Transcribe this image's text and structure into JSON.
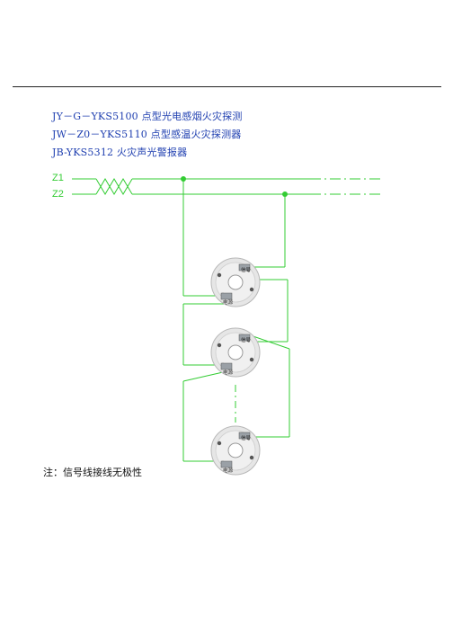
{
  "models": [
    "JY－G－YKS5100 点型光电感烟火灾探测",
    "JW－Z0－YKS5110 点型感温火灾探测器",
    "JB-YKS5312 火灾声光警报器"
  ],
  "wires": {
    "z1": "Z1",
    "z2": "Z2"
  },
  "detector_labels": {
    "signal": "信号",
    "power": "电源"
  },
  "note": "注：信号线接线无极性",
  "colors": {
    "wire": "#33cc33",
    "text": "#1f3fb0",
    "device_body": "#e4e4e4"
  }
}
